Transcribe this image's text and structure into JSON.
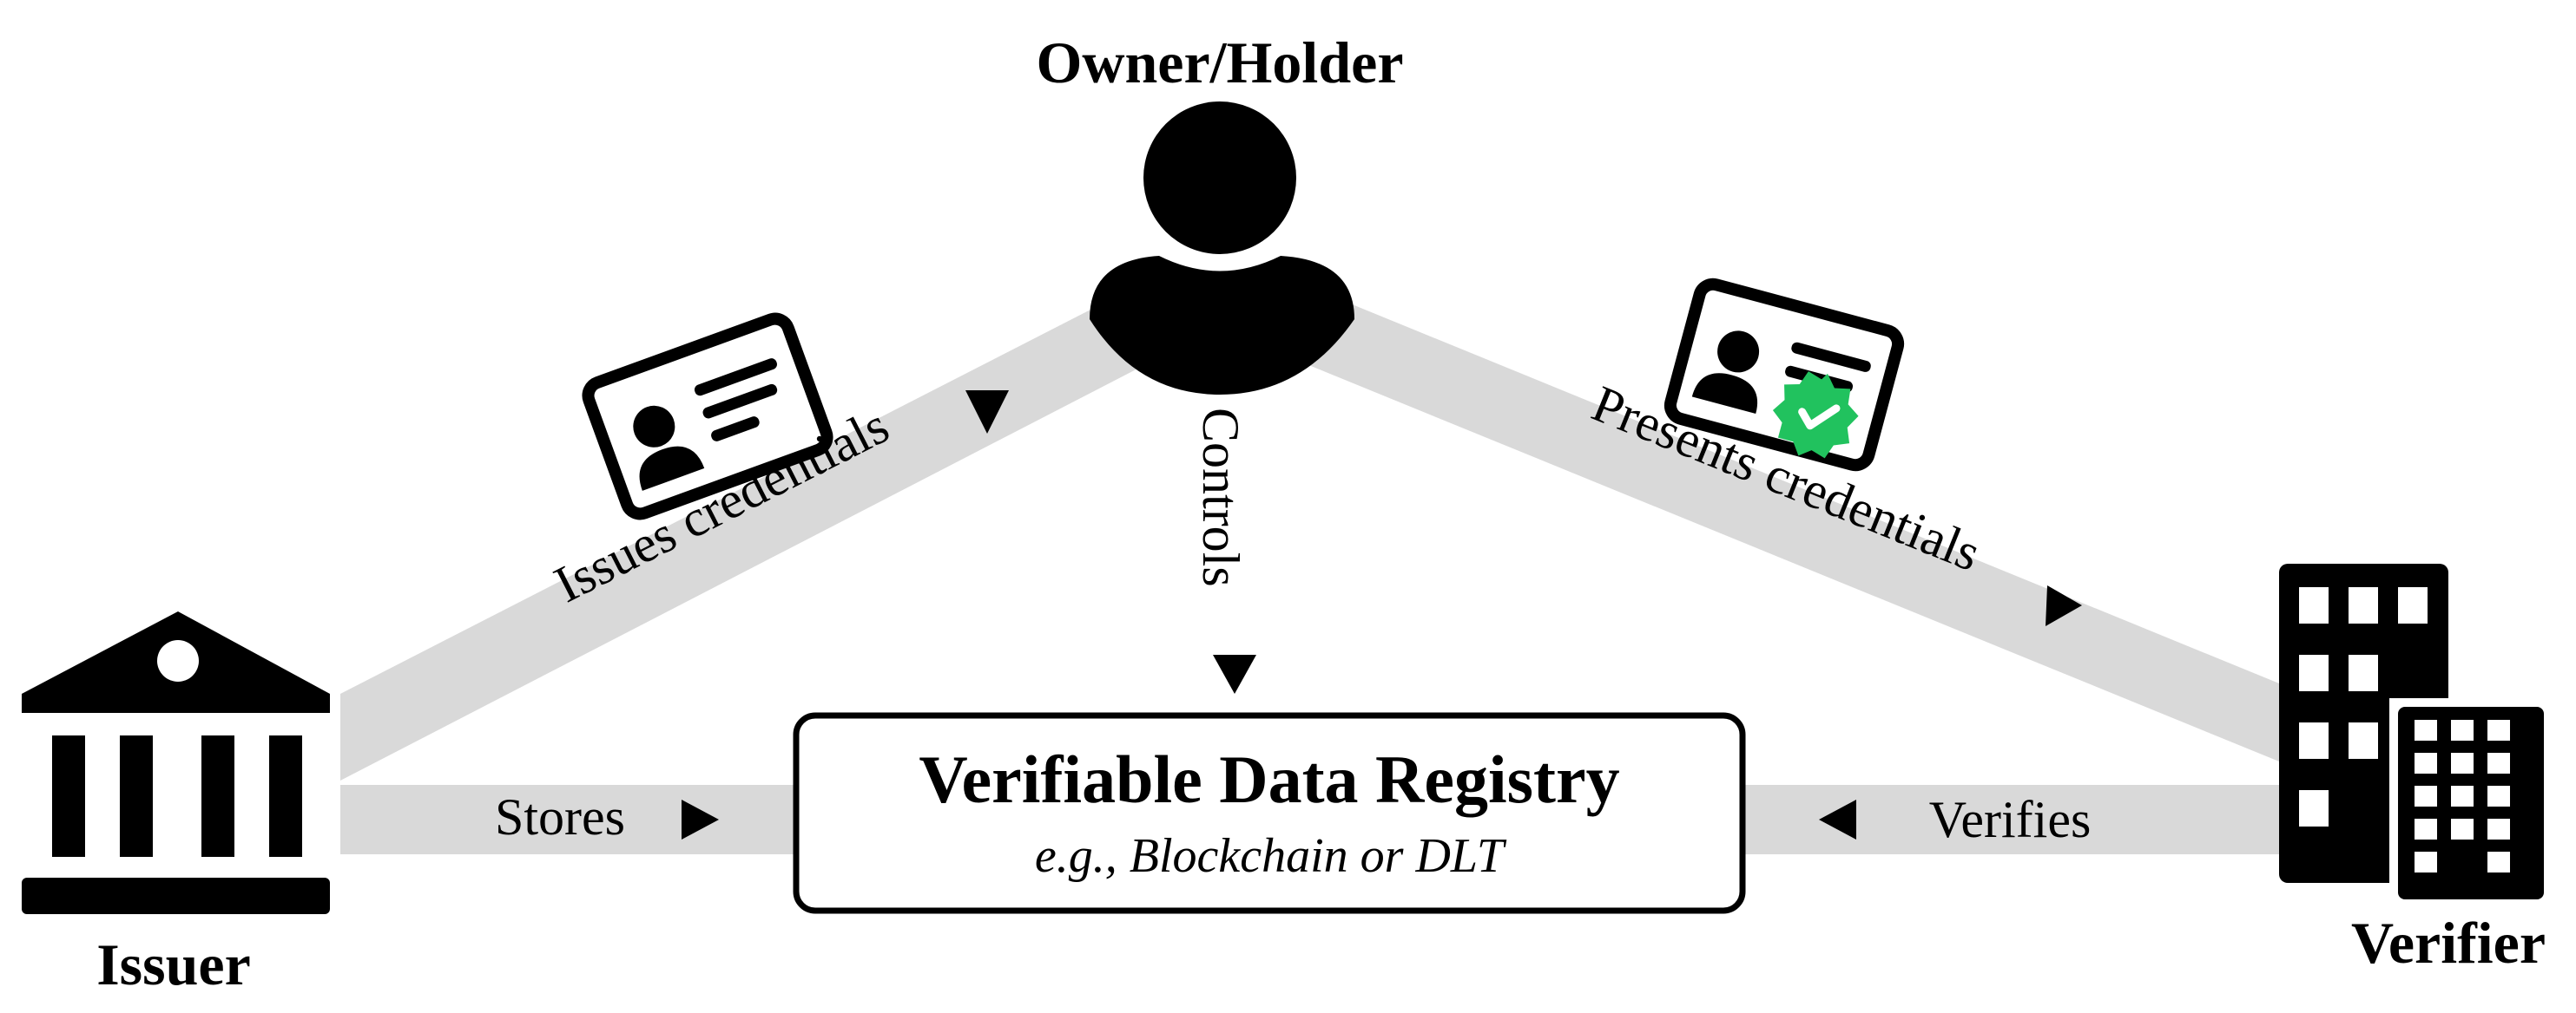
{
  "roles": {
    "holder": "Owner/Holder",
    "issuer": "Issuer",
    "verifier": "Verifier"
  },
  "edges": {
    "issues": "Issues credentials",
    "presents": "Presents credentials",
    "controls": "Controls",
    "stores": "Stores",
    "verifies": "Verifies"
  },
  "registry": {
    "title": "Verifiable Data Registry",
    "subtitle": "e.g., Blockchain or DLT"
  },
  "colors": {
    "ink": "#000000",
    "band": "#d9d9d9",
    "check_badge": "#21c25e",
    "background": "#ffffff"
  },
  "icons": {
    "holder": "person-icon",
    "issuer": "bank-building-icon",
    "verifier": "office-buildings-icon",
    "issued_credential": "id-card-icon",
    "verified_credential": "verified-id-card-icon"
  }
}
